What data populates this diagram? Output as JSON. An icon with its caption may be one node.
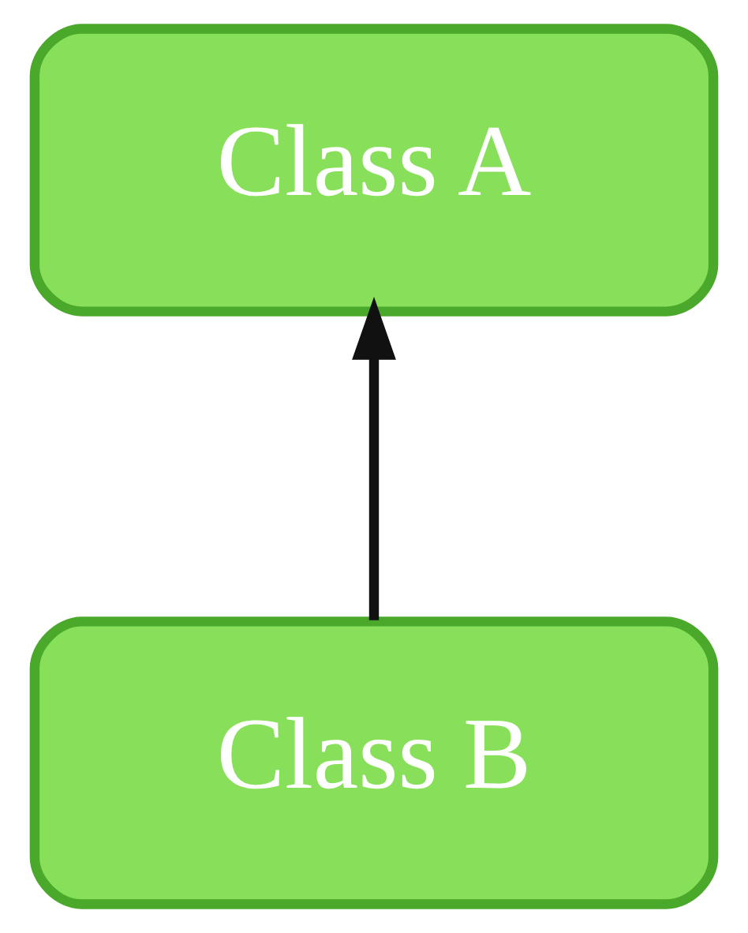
{
  "diagram": {
    "nodes": [
      {
        "text": [
          "Class A"
        ]
      },
      {
        "text": [
          "Class B"
        ]
      }
    ],
    "edges": [
      {
        "from": 1,
        "to": 0,
        "arrow": "to"
      }
    ]
  }
}
